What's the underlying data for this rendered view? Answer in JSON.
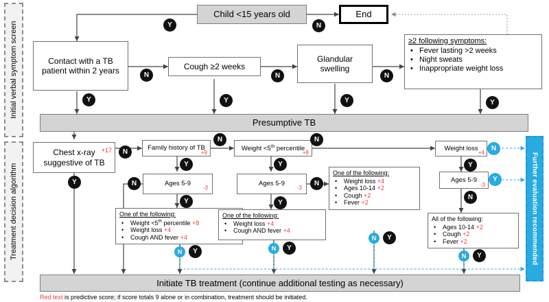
{
  "panels": {
    "left_top": "Initial verbal symptom screen",
    "left_bottom": "Treatment decision algorithm",
    "right": "Further evaluation recommended"
  },
  "nodes": {
    "child": "Child <15 years old",
    "end": "End",
    "contact_l1": "Contact with a TB",
    "contact_l2": "patient within 2 years",
    "cough": "Cough ≥2 weeks",
    "glandular_l1": "Glandular",
    "glandular_l2": "swelling",
    "symptoms_title": "≥2 following symptoms:",
    "symptoms_items": [
      "Fever lasting >2 weeks",
      "Night sweats",
      "Inappropriate weight loss"
    ],
    "presumptive": "Presumptive TB",
    "cxr_l1": "Chest x-ray",
    "cxr_l2": "suggestive of TB",
    "cxr_score": "+17",
    "family_history": "Family history of TB",
    "family_history_score": "+9",
    "ages59_a": "Ages 5-9",
    "ages59_a_score": "-3",
    "weight_pct_pre": "Weight <5",
    "weight_pct_sup": "th",
    "weight_pct_post": " percentile",
    "weight_pct_score": "+8",
    "ages59_b": "Ages 5-9",
    "ages59_b_score": "-3",
    "weight_loss": "Weight loss",
    "weight_loss_score": "+4",
    "ages59_c": "Ages 5-9",
    "ages59_c_score": "-3",
    "one_of_a": {
      "title": "One of the following:",
      "items": [
        {
          "text": "Weight <5",
          "sup": "th",
          "tail": " percentile",
          "score": "+8"
        },
        {
          "text": "Weight loss",
          "sup": "",
          "tail": "",
          "score": "+4"
        },
        {
          "text": "Cough AND fever",
          "sup": "",
          "tail": "",
          "score": "+4"
        }
      ]
    },
    "one_of_b": {
      "title": "One of the following:",
      "items": [
        {
          "text": "Weight loss",
          "score": "+4"
        },
        {
          "text": "Cough AND fever",
          "score": "+4"
        }
      ]
    },
    "one_of_c": {
      "title": "One of the following:",
      "items": [
        {
          "text": "Weight loss",
          "score": "+4"
        },
        {
          "text": "Ages 10-14",
          "score": "+2"
        },
        {
          "text": "Cough",
          "score": "+2"
        },
        {
          "text": "Fever",
          "score": "+2"
        }
      ]
    },
    "all_of": {
      "title": "All of the following:",
      "items": [
        {
          "text": "Ages 10-14",
          "score": "+2"
        },
        {
          "text": "Cough",
          "score": "+2"
        },
        {
          "text": "Fever",
          "score": "+2"
        }
      ]
    },
    "initiate": "Initiate TB treatment (continue additional testing as necessary)"
  },
  "badges": {
    "y": "Y",
    "n": "N"
  },
  "footnote": {
    "red": "Red text",
    "rest": " is predictive score; if score totals 9 alone or in combination, treatment should be initiated."
  },
  "colors": {
    "accent_blue": "#29abe2",
    "score_red": "#ef3b3b",
    "bar_gray": "#d4d4d4",
    "panel_gray": "#f2f2f2"
  }
}
